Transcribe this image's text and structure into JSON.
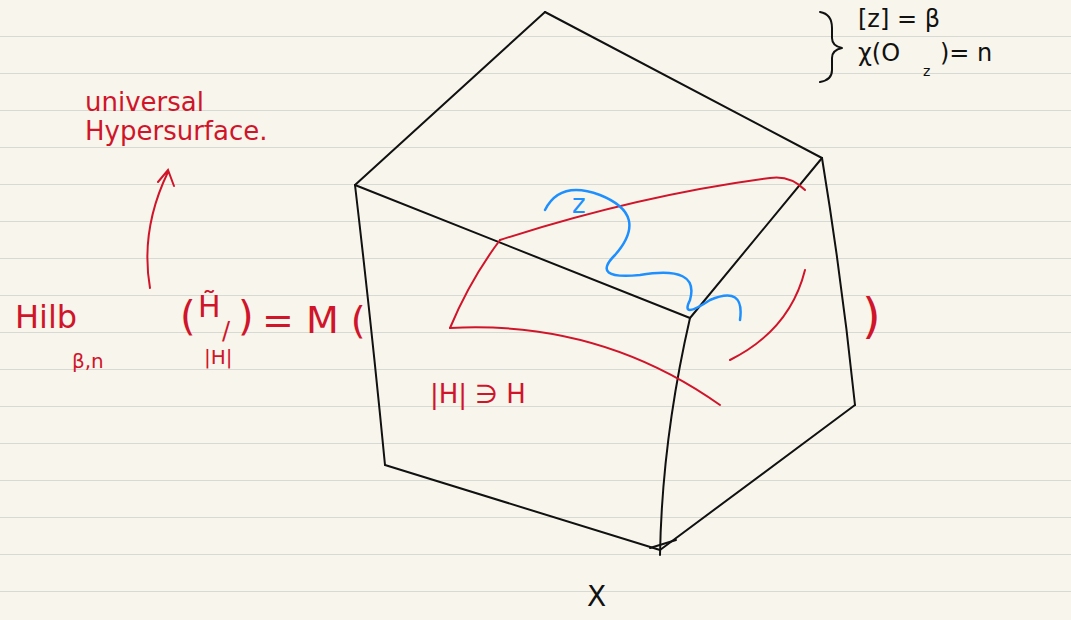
{
  "diagram": {
    "nodes": [
      {
        "text": [
          "X"
        ]
      },
      {
        "text": [
          "|H| ∋ H"
        ],
        "in": 0
      }
    ],
    "labels": [
      "universal Hypersurface.",
      "Hilb",
      "H̃",
      "/",
      "β,n",
      "|H|",
      "(",
      ")",
      "= M (",
      ")",
      "z",
      "[z] = β",
      "χ(O",
      "z",
      ")= n"
    ]
  }
}
